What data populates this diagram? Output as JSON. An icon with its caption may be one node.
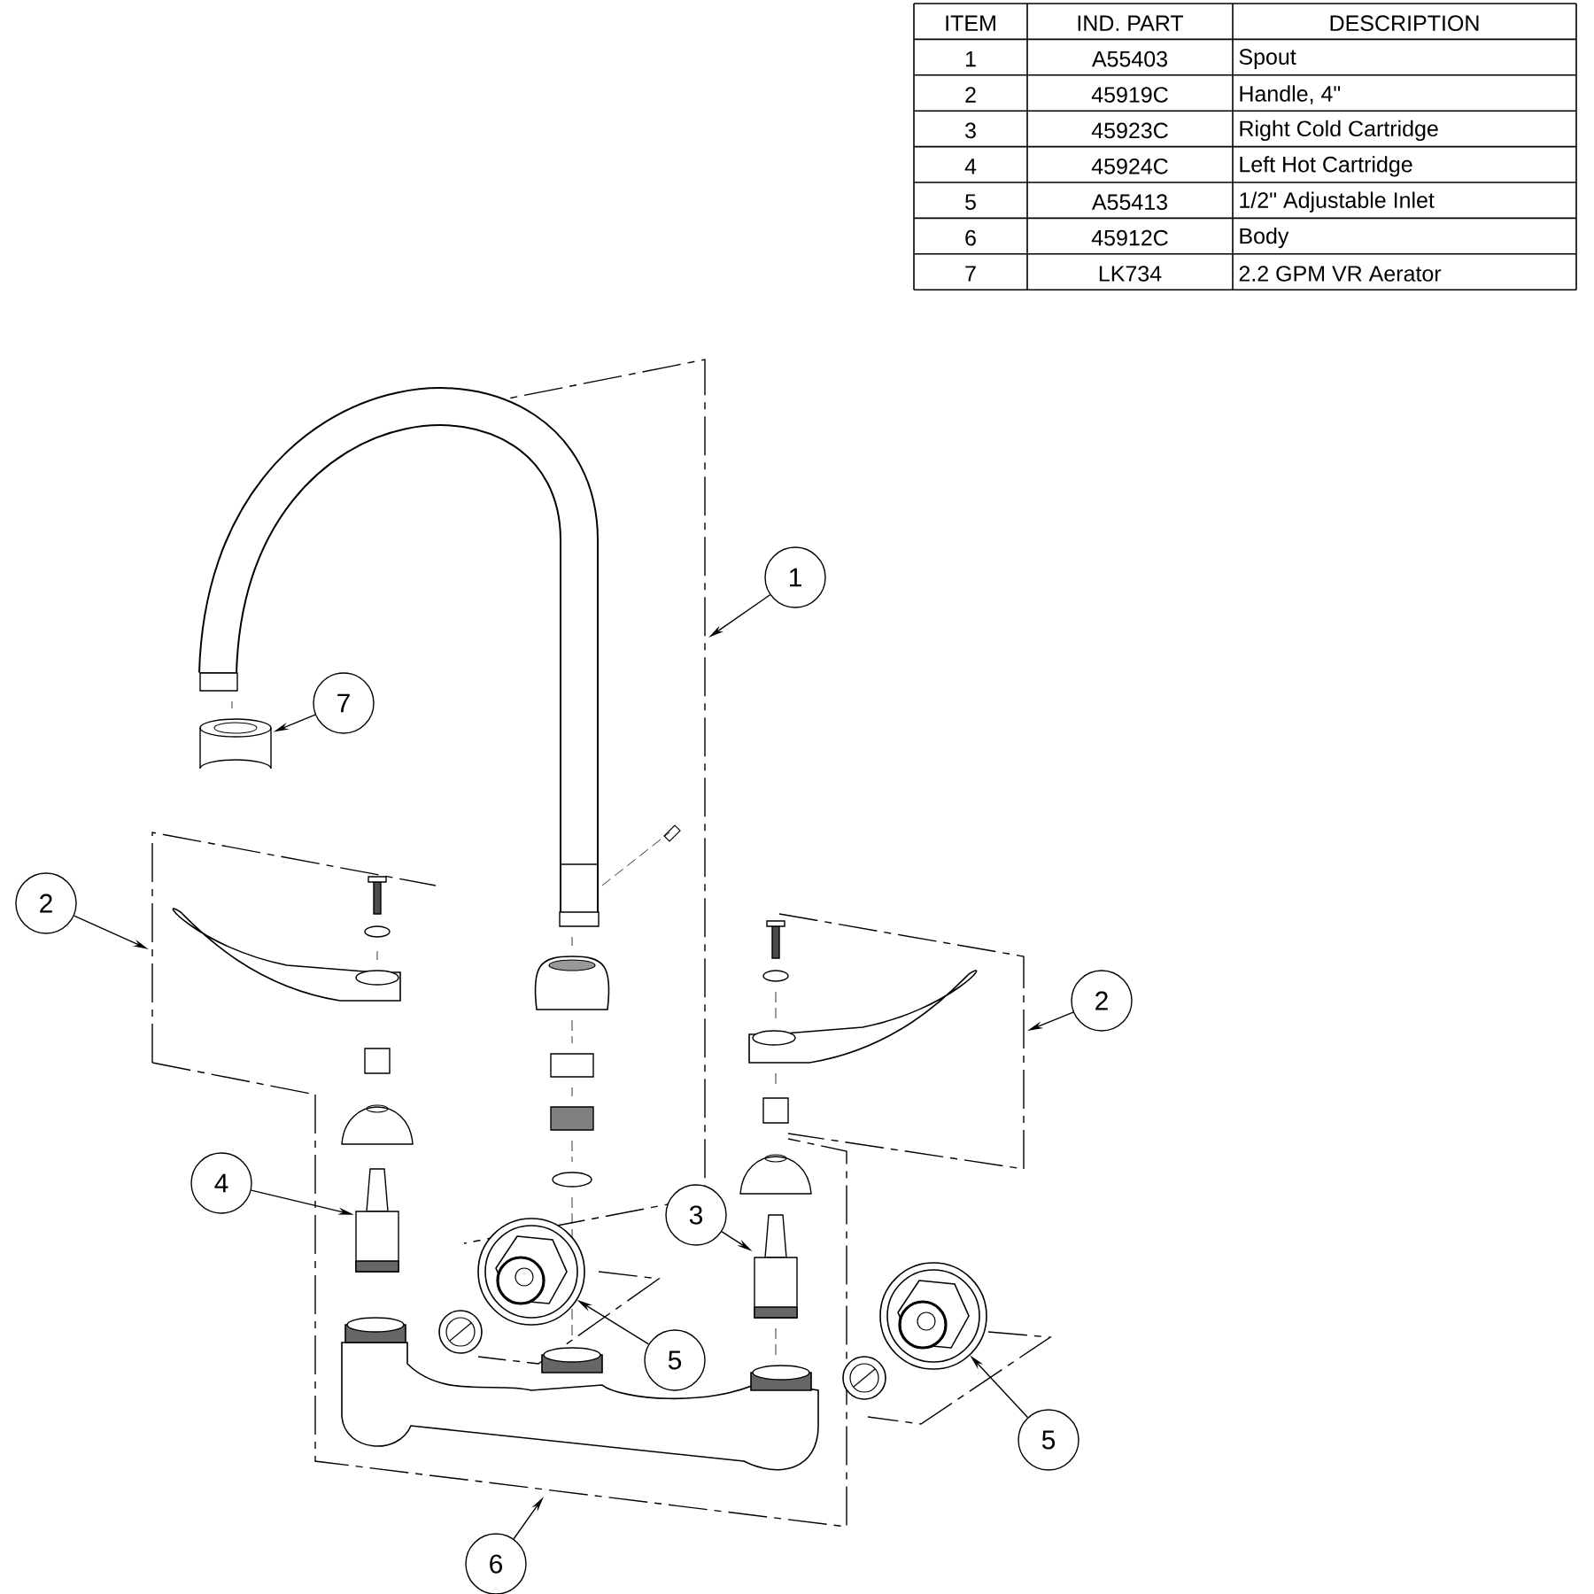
{
  "diagram": {
    "nodes": [
      {
        "text": [
          "1"
        ]
      },
      {
        "text": [
          "7"
        ]
      },
      {
        "text": [
          "2"
        ]
      },
      {
        "text": [
          "2"
        ]
      },
      {
        "text": [
          "4"
        ]
      },
      {
        "text": [
          "3"
        ]
      },
      {
        "text": [
          "5"
        ]
      },
      {
        "text": [
          "5"
        ]
      },
      {
        "text": [
          "6"
        ]
      },
      {
        "text": [],
        "shape": "cylinder"
      },
      {
        "text": [],
        "shape": "picture"
      },
      {
        "text": [],
        "shape": "picture"
      },
      {
        "text": [],
        "shape": "picture"
      },
      {
        "text": [],
        "shape": "picture"
      }
    ],
    "edges": [
      {
        "from": 0,
        "to": null,
        "arrow": "to"
      },
      {
        "from": 1,
        "to": 9,
        "arrow": "to"
      },
      {
        "from": 2,
        "to": null,
        "arrow": "to"
      },
      {
        "from": 3,
        "to": null,
        "arrow": "to"
      },
      {
        "from": 4,
        "to": 10,
        "arrow": "to"
      },
      {
        "from": 5,
        "to": 11,
        "arrow": "to"
      },
      {
        "from": 6,
        "to": 12,
        "arrow": "to"
      },
      {
        "from": 7,
        "to": 13,
        "arrow": "to"
      },
      {
        "from": 8,
        "to": null,
        "arrow": "to"
      }
    ],
    "labels": [
      "ITEM",
      "IND. PART",
      "DESCRIPTION",
      "1",
      "A55403",
      "Spout",
      "2",
      "45919C",
      "Handle, 4\"",
      "3",
      "45923C",
      "Right Cold Cartridge",
      "4",
      "45924C",
      "Left Hot Cartridge",
      "5",
      "A55413",
      "1/2\" Adjustable Inlet",
      "6",
      "45912C",
      "Body",
      "7",
      "LK734",
      "2.2 GPM VR Aerator"
    ]
  }
}
